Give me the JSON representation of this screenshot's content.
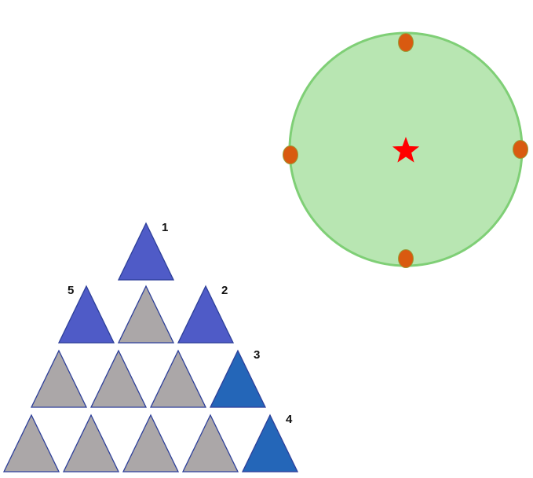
{
  "circle": {
    "fill": "#b8e6b2",
    "stroke": "#7fcf76",
    "center_marker": {
      "icon": "star-icon",
      "color": "#ff0000"
    },
    "points": {
      "icon": "dot-icon",
      "color": "#d95a10",
      "count": 4
    }
  },
  "triangles": {
    "colors": {
      "gray": "#aba7a8",
      "purple_blue": "#4f5bc7",
      "blue": "#2466b8",
      "outline": "#2d3f9a"
    },
    "rows": [
      [
        "purple_blue"
      ],
      [
        "purple_blue",
        "gray",
        "purple_blue"
      ],
      [
        "gray",
        "gray",
        "gray",
        "blue"
      ],
      [
        "gray",
        "gray",
        "gray",
        "gray",
        "blue"
      ]
    ],
    "labels": [
      {
        "text": "1",
        "row": 0,
        "col": 0,
        "side": "right"
      },
      {
        "text": "5",
        "row": 1,
        "col": 0,
        "side": "left"
      },
      {
        "text": "2",
        "row": 1,
        "col": 2,
        "side": "right"
      },
      {
        "text": "3",
        "row": 2,
        "col": 3,
        "side": "right"
      },
      {
        "text": "4",
        "row": 3,
        "col": 4,
        "side": "right"
      }
    ]
  }
}
